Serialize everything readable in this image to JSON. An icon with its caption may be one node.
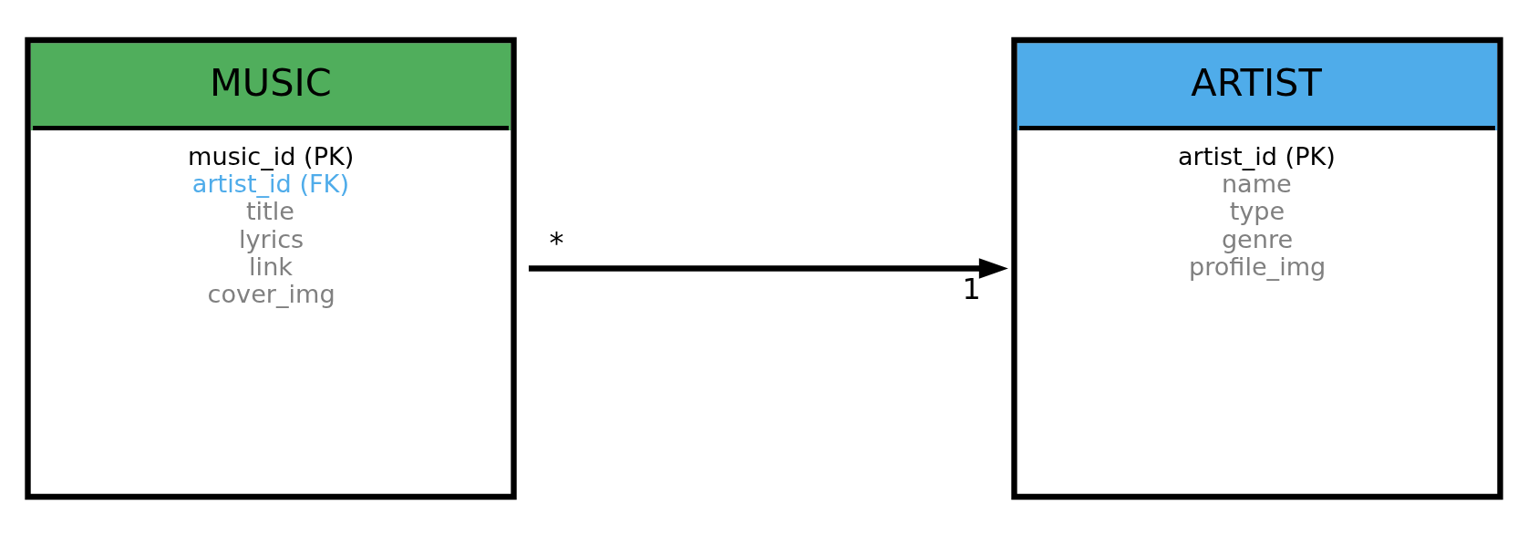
{
  "diagram": {
    "nodes": [
      {
        "text": [
          "MUSIC",
          "music_id (PK)",
          "artist_id (FK)",
          "title",
          "lyrics",
          "link",
          "cover_img"
        ]
      },
      {
        "text": [
          "ARTIST",
          "artist_id (PK)",
          "name",
          "type",
          "genre",
          "profile_img"
        ]
      }
    ],
    "edges": [
      {
        "from": 0,
        "to": 1,
        "arrow": "to"
      }
    ],
    "labels": [
      "*",
      "1"
    ]
  }
}
